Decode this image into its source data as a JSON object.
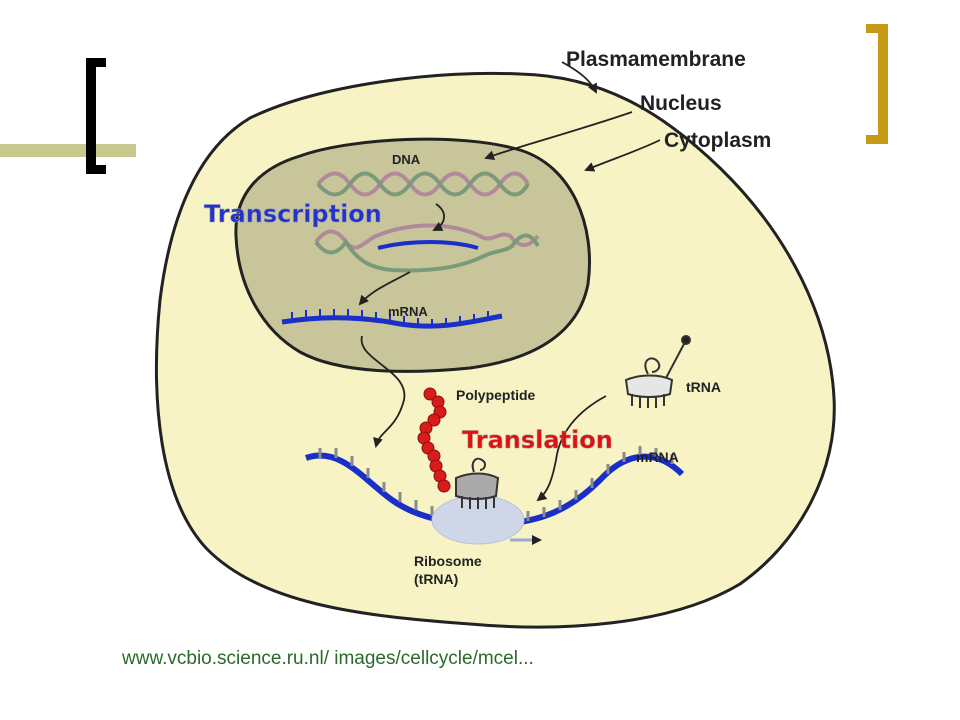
{
  "slide": {
    "source_url": "www.vcbio.science.ru.nl/ images/cellcycle/mcel...",
    "accent_colors": {
      "left_bracket": "#000000",
      "right_bracket": "#c79a17",
      "rule": "#c8c98f"
    }
  },
  "diagram": {
    "labels": {
      "plasma_membrane": "Plasmamembrane",
      "nucleus": "Nucleus",
      "cytoplasm": "Cytoplasm",
      "dna": "DNA",
      "transcription": "Transcription",
      "mrna_nucleus": "mRNA",
      "polypeptide": "Polypeptide",
      "trna": "tRNA",
      "translation": "Translation",
      "mrna_cytoplasm": "mRNA",
      "ribosome": "Ribosome",
      "ribosome_sub": "(tRNA)"
    },
    "colors": {
      "cytoplasm_fill": "#f7f3c4",
      "nucleus_fill": "#c9c59a",
      "mrna": "#1a2fc8",
      "transcription_text": "#2233cc",
      "translation_text": "#dd1111",
      "polypeptide": "#dd1a1a",
      "outline": "#222222"
    }
  }
}
